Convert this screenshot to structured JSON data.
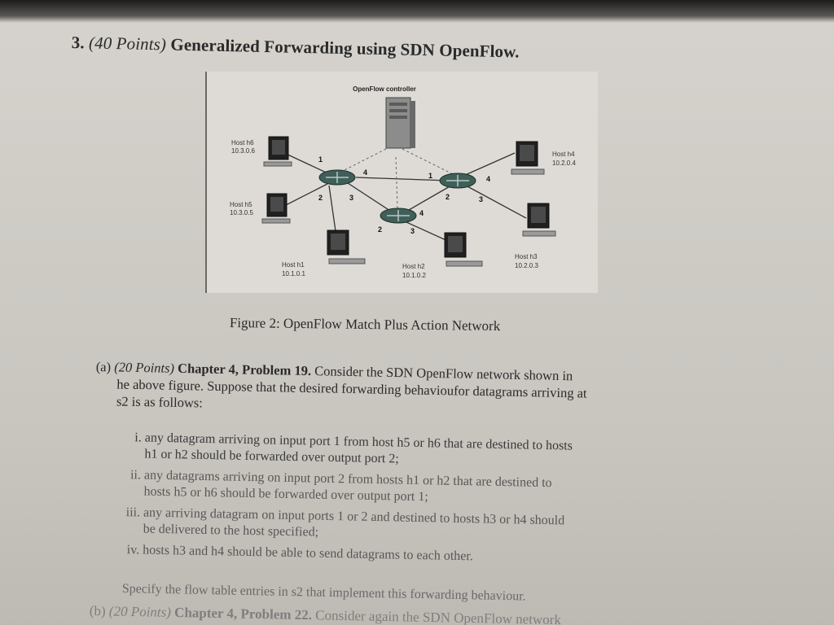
{
  "question": {
    "number": "3.",
    "points": "(40 Points)",
    "title": "Generalized Forwarding using SDN OpenFlow."
  },
  "figure": {
    "controller_label": "OpenFlow controller",
    "hosts": {
      "h6": {
        "name": "Host h6",
        "ip": "10.3.0.6"
      },
      "h5": {
        "name": "Host h5",
        "ip": "10.3.0.5"
      },
      "h4": {
        "name": "Host h4",
        "ip": "10.2.0.4"
      },
      "h3": {
        "name": "Host h3",
        "ip": "10.2.0.3"
      },
      "h2": {
        "name": "Host h2",
        "ip": "10.1.0.2"
      },
      "h1": {
        "name": "Host h1",
        "ip": "10.1.0.1"
      }
    },
    "ports": {
      "s1_p1": "1",
      "s1_p2": "2",
      "s1_p3": "3",
      "s1_p4": "4",
      "s2_p1": "1",
      "s2_p2": "2",
      "s2_p3": "3",
      "s2_p4": "4",
      "s3_p2": "2",
      "s3_p3": "3",
      "s3_p4": "4"
    },
    "caption": "Figure 2: OpenFlow Match Plus Action Network"
  },
  "part_a": {
    "label": "(a)",
    "points": "(20 Points)",
    "problem": "Chapter 4, Problem 19.",
    "intro_line1": "Consider the SDN OpenFlow network shown in",
    "intro_line2": "he above figure. Suppose that the desired forwarding behavioufor datagrams arriving at",
    "intro_line3": "s2 is as follows:",
    "items": [
      {
        "num": "i.",
        "line1": "any datagram arriving on input port 1 from host h5 or h6 that are destined to hosts",
        "line2": "h1 or h2 should be forwarded over output port 2;"
      },
      {
        "num": "ii.",
        "line1": "any datagrams arriving on input port 2 from hosts h1 or h2 that are destined to",
        "line2": "hosts h5 or h6 should be forwarded over output port 1;"
      },
      {
        "num": "iii.",
        "line1": "any arriving datagram on input ports 1 or 2 and destined to hosts h3 or h4 should",
        "line2": "be delivered to the host specified;"
      },
      {
        "num": "iv.",
        "line1": "hosts h3 and h4 should be able to send datagrams to each other.",
        "line2": ""
      }
    ],
    "specify": "Specify the flow table entries in s2 that implement this forwarding behaviour."
  },
  "part_b": {
    "label": "(b)",
    "points": "(20 Points)",
    "problem": "Chapter 4, Problem 22.",
    "text": "Consider again the SDN OpenFlow network"
  }
}
